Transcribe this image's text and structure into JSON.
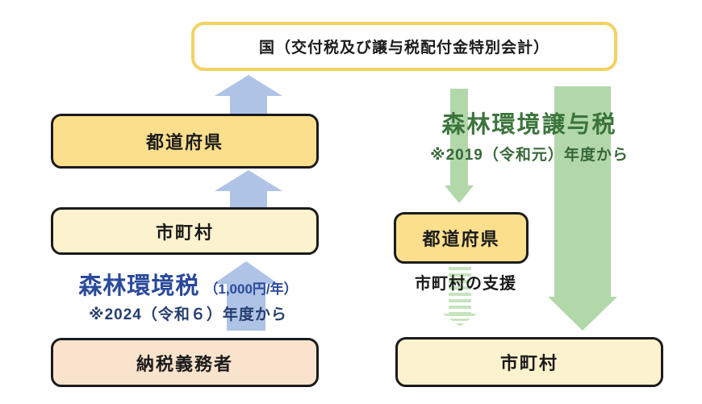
{
  "diagram": {
    "national_box": "国（交付税及び譲与税配付金特別会計）",
    "left_flow": {
      "prefecture": "都道府県",
      "municipality": "市町村",
      "taxpayer": "納税義務者",
      "tax_title": "森林環境税",
      "tax_amount": "（1,000円/年）",
      "tax_note": "※2024（令和６）年度から"
    },
    "right_flow": {
      "transfer_tax_title": "森林環境譲与税",
      "transfer_tax_note": "※2019（令和元）年度から",
      "prefecture": "都道府県",
      "municipality": "市町村",
      "support_label": "市町村の支援"
    },
    "colors": {
      "blue_arrow": "#AEC3E6",
      "green_arrow": "#B2D8AA",
      "green_dashed_arrow": "#C7E4BD",
      "yellow_box_fill": "#FBDF8C",
      "cream_box_fill": "#FDF2CE",
      "peach_box_fill": "#FAE3CC",
      "national_box_border": "#F3D261",
      "box_border": "#1b1b1b",
      "tax_title_blue": "#2B4A9B",
      "tax_note_navy": "#263E6F",
      "transfer_title_green": "#3C753C"
    }
  }
}
